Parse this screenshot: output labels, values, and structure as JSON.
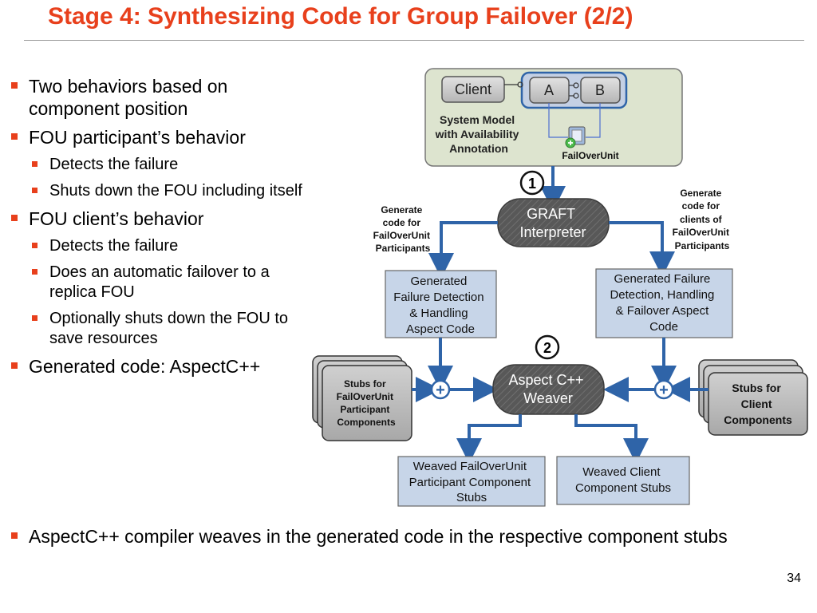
{
  "slide": {
    "title": "Stage 4: Synthesizing Code for Group Failover (2/2)",
    "page_number": "34"
  },
  "bullets": [
    {
      "text": "Two behaviors based on component position",
      "sub": []
    },
    {
      "text": "FOU participant’s behavior",
      "sub": [
        "Detects the failure",
        "Shuts down the FOU including itself"
      ]
    },
    {
      "text": "FOU client’s behavior",
      "sub": [
        "Detects the failure",
        "Does an automatic failover to a replica FOU",
        "Optionally shuts down the FOU to save resources"
      ]
    },
    {
      "text": "Generated code: AspectC++",
      "sub": []
    }
  ],
  "bottom_bullet": "AspectC++ compiler weaves in the generated code in the respective component stubs",
  "diagram": {
    "system_model": {
      "client_label": "Client",
      "a_label": "A",
      "b_label": "B",
      "caption_lines": [
        "System Model",
        "with Availability",
        "Annotation"
      ],
      "fou_label": "FailOverUnit"
    },
    "step1": "1",
    "step2": "2",
    "graft_lines": [
      "GRAFT",
      "Interpreter"
    ],
    "left_generate_lines": [
      "Generate",
      "code for",
      "FailOverUnit",
      "Participants"
    ],
    "right_generate_lines": [
      "Generate",
      "code for",
      "clients of",
      "FailOverUnit",
      "Participants"
    ],
    "left_generated_box_lines": [
      "Generated",
      "Failure Detection",
      "& Handling",
      "Aspect Code"
    ],
    "right_generated_box_lines": [
      "Generated Failure",
      "Detection, Handling",
      "& Failover Aspect",
      "Code"
    ],
    "weaver_lines": [
      "Aspect C++",
      "Weaver"
    ],
    "left_stubs_lines": [
      "Stubs for",
      "FailOverUnit",
      "Participant",
      "Components"
    ],
    "right_stubs_lines": [
      "Stubs for",
      "Client",
      "Components"
    ],
    "left_weaved_lines": [
      "Weaved FailOverUnit",
      "Participant Component",
      "Stubs"
    ],
    "right_weaved_lines": [
      "Weaved Client",
      "Component Stubs"
    ],
    "plus_symbol": "+",
    "colors": {
      "title": "#e8401c",
      "bullet_marker": "#e8401c",
      "arrow": "#2f64a8",
      "box_fill": "#c7d5e8",
      "model_fill": "#dde4cf",
      "interpreter_fill": "#5a5a5a"
    }
  }
}
